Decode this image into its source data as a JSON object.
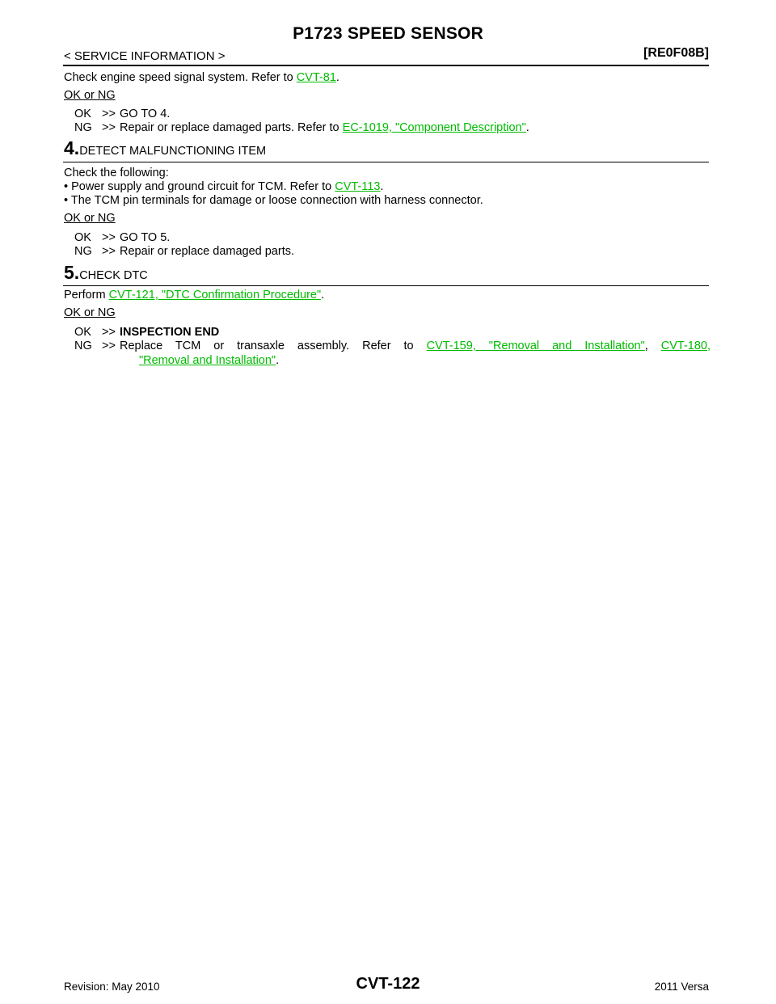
{
  "header": {
    "title": "P1723 SPEED SENSOR",
    "breadcrumb": "< SERVICE INFORMATION >",
    "code": "[RE0F08B]"
  },
  "step3_tail": {
    "text": "Check engine speed signal system. Refer to ",
    "link": "CVT-81",
    "end": "."
  },
  "step3_result": {
    "label": "OK or NG",
    "ok_key": "OK",
    "ok_arrow": ">>",
    "ok_text": "GO TO 4.",
    "ng_key": "NG",
    "ng_arrow": ">>",
    "ng_text": "Repair or replace damaged parts. Refer to ",
    "ng_link": "EC-1019, \"Component Description\"",
    "ng_end": "."
  },
  "step4": {
    "num": "4.",
    "title": "DETECT MALFUNCTIONING ITEM",
    "intro": "Check the following:",
    "bullet1_text": "•  Power supply and ground circuit for TCM. Refer to ",
    "bullet1_link": "CVT-113",
    "bullet1_end": ".",
    "bullet2_text": "•  The TCM pin terminals for damage or loose connection with harness connector.",
    "label": "OK or NG",
    "ok_key": "OK",
    "ok_arrow": ">>",
    "ok_text": "GO TO 5.",
    "ng_key": "NG",
    "ng_arrow": ">>",
    "ng_text": "Repair or replace damaged parts."
  },
  "step5": {
    "num": "5.",
    "title": "CHECK DTC",
    "perform_text": "Perform ",
    "perform_link": "CVT-121, \"DTC Confirmation Procedure\"",
    "perform_end": ".",
    "label": "OK or NG",
    "ok_key": "OK",
    "ok_arrow": ">>",
    "ok_text": "INSPECTION END",
    "ng_key": "NG",
    "ng_arrow": ">>",
    "ng_text": "Replace TCM or transaxle assembly. Refer to ",
    "ng_link1": "CVT-159, \"Removal and Installation\"",
    "ng_sep": ", ",
    "ng_link2a": "CVT-180,",
    "ng_link2b": "\"Removal and Installation\"",
    "ng_end": "."
  },
  "footer": {
    "revision": "Revision: May 2010",
    "page": "CVT-122",
    "model": "2011 Versa"
  },
  "colors": {
    "link": "#00bb00",
    "text": "#000000"
  }
}
